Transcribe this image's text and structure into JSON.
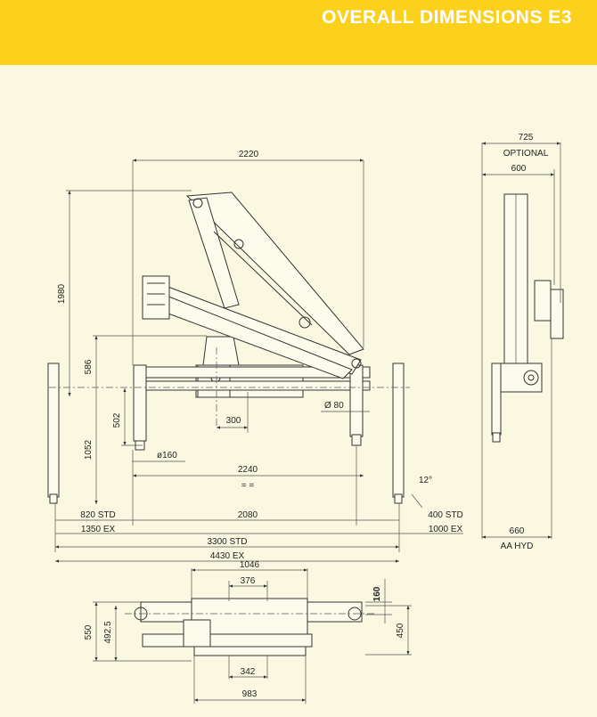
{
  "header": {
    "title": "OVERALL DIMENSIONS  E3",
    "background": "#fbd11e"
  },
  "side_view": {
    "dim_2220": "2220",
    "dim_1980": "1980",
    "dim_586": "586",
    "dim_502": "502",
    "dim_1052": "1052",
    "dim_300": "300",
    "dim_80": "Ø 80",
    "dim_160": "ø160",
    "dim_2240": "2240",
    "dim_2080": "2080",
    "dim_820": "820 STD",
    "dim_1350": "1350 EX",
    "dim_400": "400 STD",
    "dim_1000": "1000 EX",
    "dim_3300": "3300 STD",
    "dim_4430": "4430 EX",
    "angle_12": "12°"
  },
  "end_view": {
    "dim_725": "725",
    "optional": "OPTIONAL",
    "dim_600": "600",
    "dim_660": "660",
    "aa_hyd": "AA HYD"
  },
  "base_view": {
    "dim_1046": "1046",
    "dim_376": "376",
    "dim_160": "160",
    "dim_550": "550",
    "dim_4925": "492.5",
    "dim_450": "450",
    "dim_342": "342",
    "dim_983": "983"
  }
}
